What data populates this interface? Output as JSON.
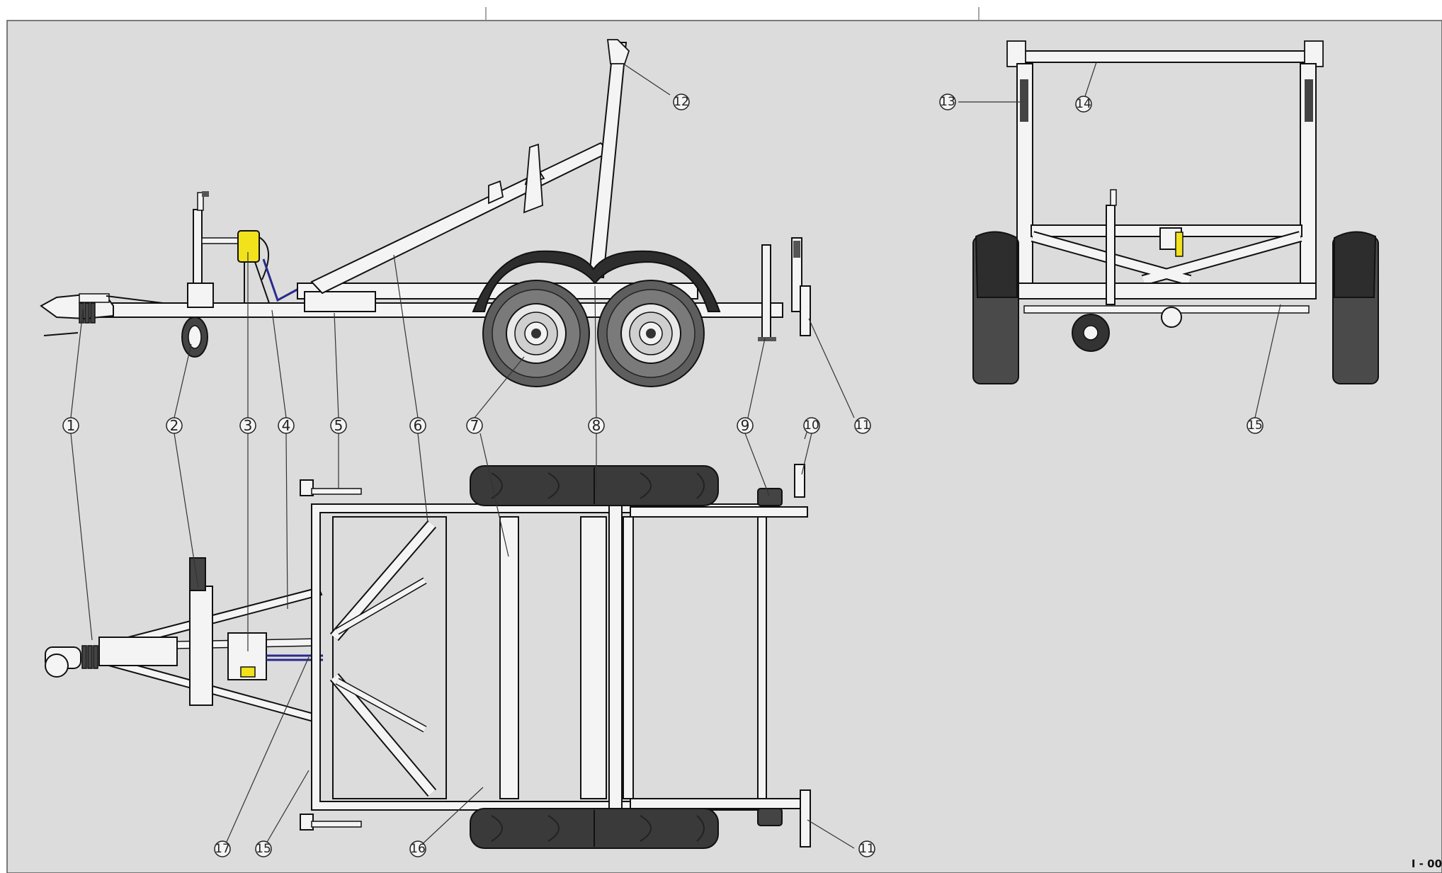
{
  "callouts": {
    "c1": "1",
    "c2": "2",
    "c3": "3",
    "c4": "4",
    "c5": "5",
    "c6": "6",
    "c7": "7",
    "c8": "8",
    "c9": "9",
    "c10": "10",
    "c11": "11",
    "c11b": "11",
    "c12": "12",
    "c13": "13",
    "c14": "14",
    "c15": "15",
    "c15b": "15",
    "c16": "16",
    "c17": "17"
  },
  "sheet_code": "I - 00",
  "colors": {
    "background": "#dcdcdc",
    "tire": "#3a3a3a",
    "fender": "#2d2d2d",
    "frame": "#f4f4f4",
    "accent_yellow": "#f2e21c",
    "cable_blue": "#2a2a8c"
  },
  "icons": [
    "trailer-side-view",
    "trailer-top-view",
    "trailer-rear-view"
  ]
}
